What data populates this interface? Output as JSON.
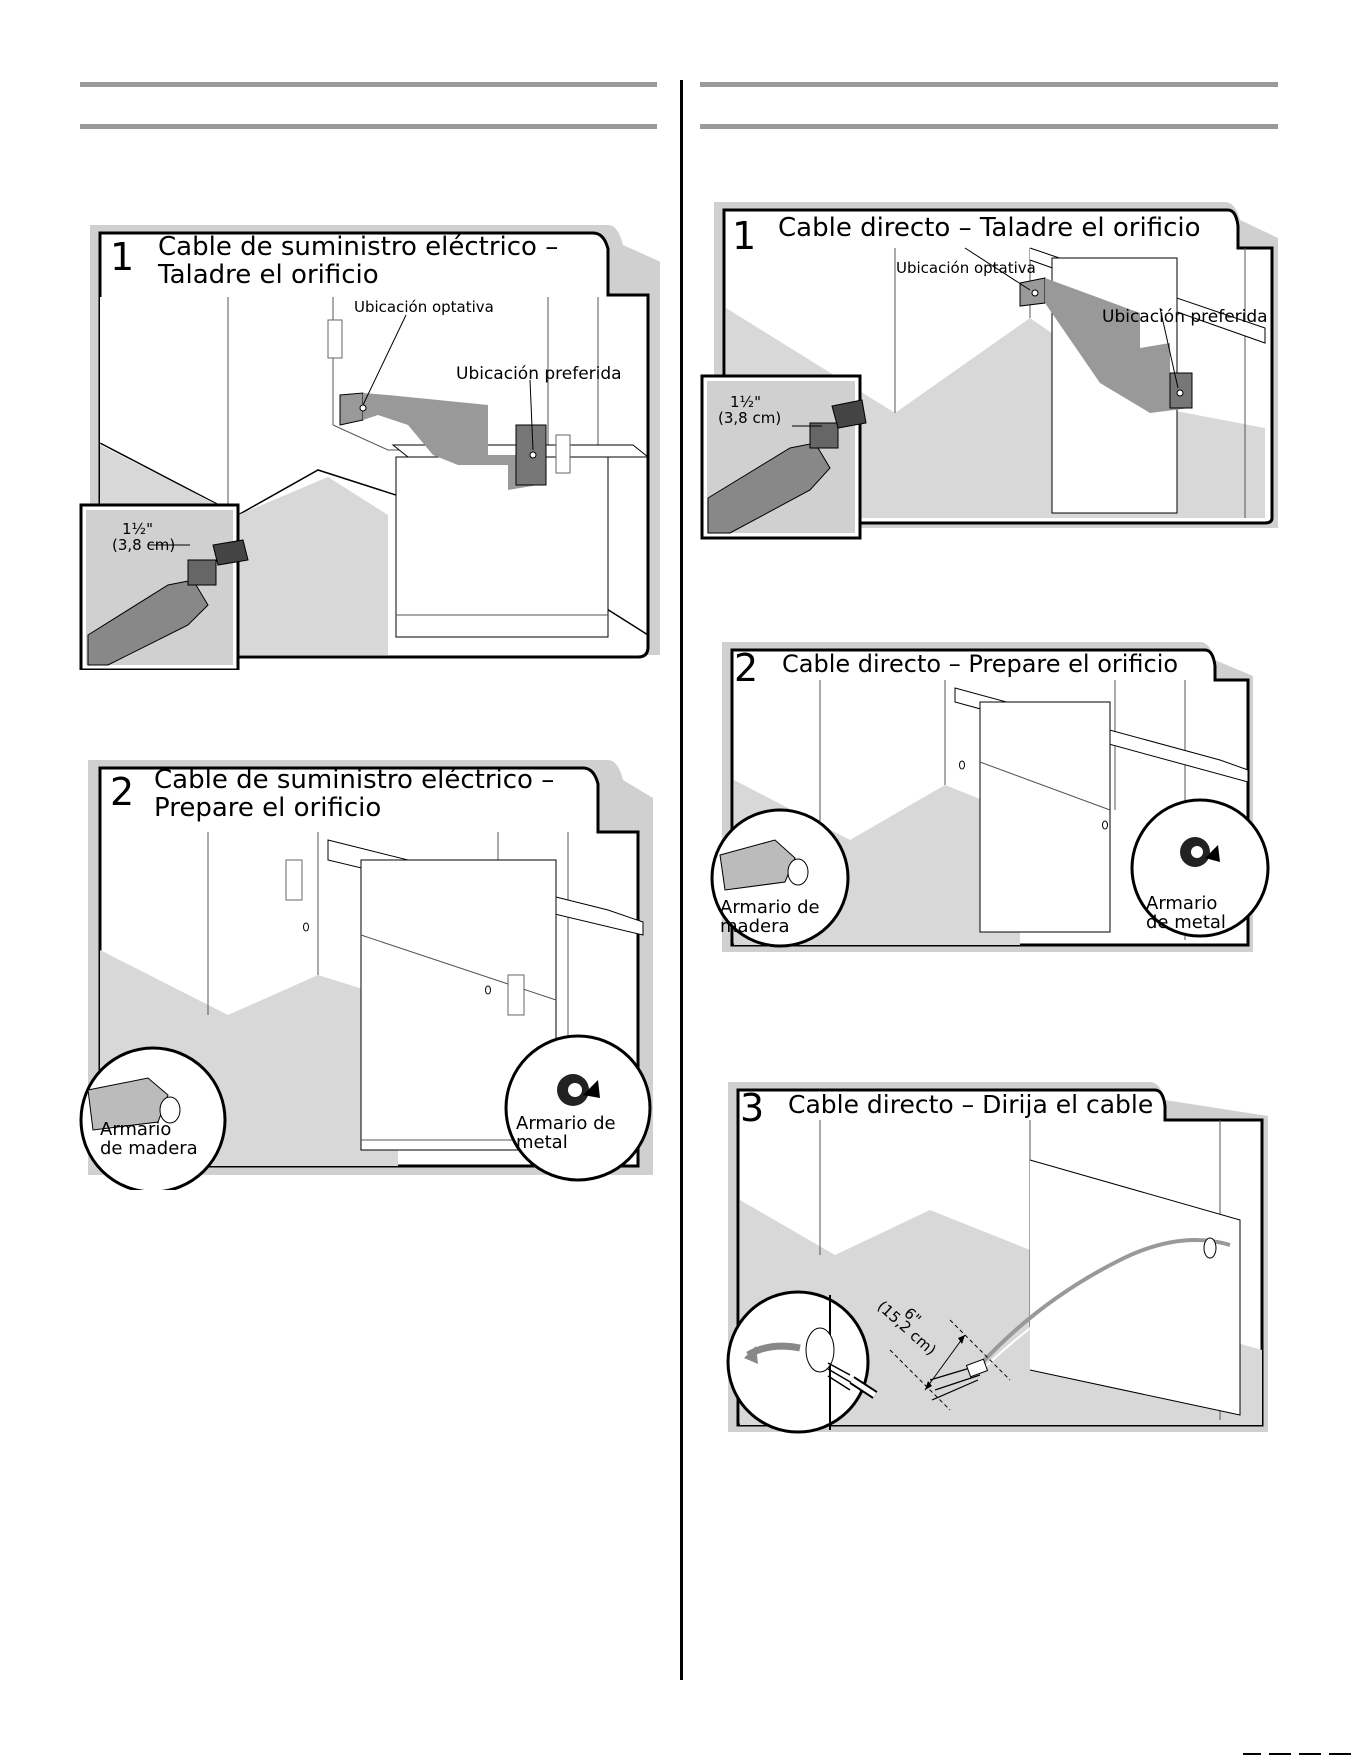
{
  "left": {
    "step1": {
      "number": "1",
      "title_line1": "Cable de suministro eléctrico –",
      "title_line2": "Taladre el orificio",
      "label_optional": "Ubicación optativa",
      "label_preferred": "Ubicación preferida",
      "drill_size": "1½\"",
      "drill_metric": "(3,8 cm)"
    },
    "step2": {
      "number": "2",
      "title_line1": "Cable de suministro eléctrico –",
      "title_line2": "Prepare el orificio",
      "wood_line1": "Armario",
      "wood_line2": "de madera",
      "metal_line1": "Armario de",
      "metal_line2": "metal"
    }
  },
  "right": {
    "step1": {
      "number": "1",
      "title": "Cable directo – Taladre el orificio",
      "label_optional": "Ubicación optativa",
      "label_preferred": "Ubicación preferida",
      "drill_size": "1½\"",
      "drill_metric": "(3,8 cm)"
    },
    "step2": {
      "number": "2",
      "title": "Cable directo – Prepare el orificio",
      "wood_line1": "Armario de",
      "wood_line2": "madera",
      "metal_line1": "Armario",
      "metal_line2": "de metal"
    },
    "step3": {
      "number": "3",
      "title": "Cable directo – Dirija el cable",
      "length_imperial": "6\"",
      "length_metric": "(15,2 cm)"
    }
  }
}
